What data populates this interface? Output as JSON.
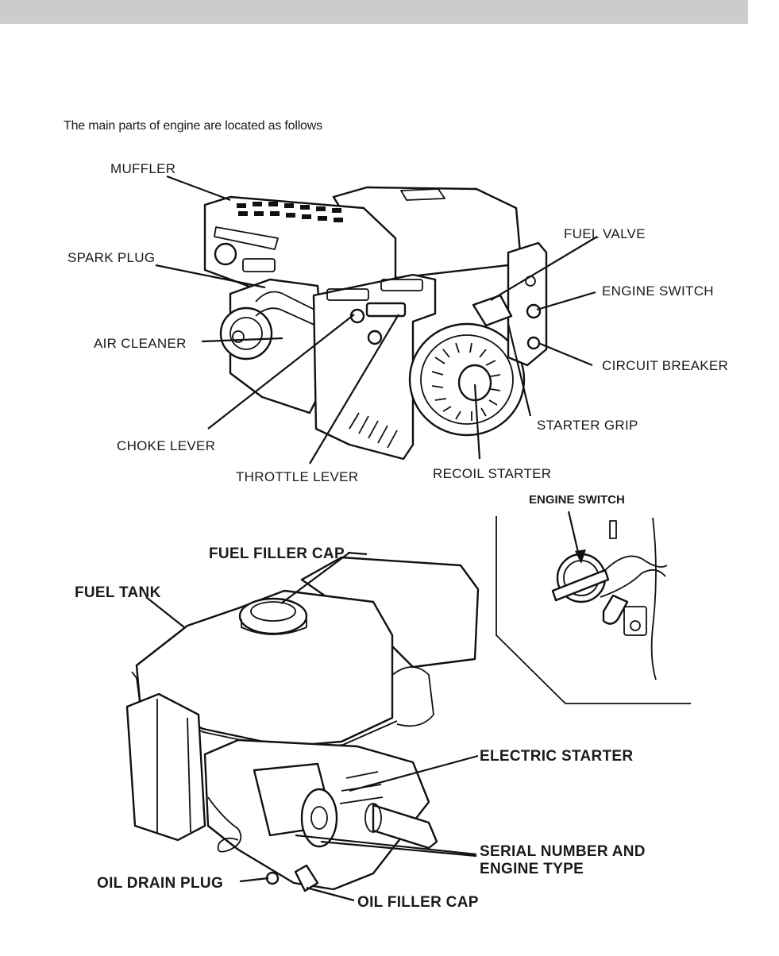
{
  "intro": "The main parts of engine are located as follows",
  "labels": {
    "muffler": "MUFFLER",
    "spark_plug": "SPARK PLUG",
    "air_cleaner": "AIR CLEANER",
    "choke_lever": "CHOKE LEVER",
    "throttle_lever": "THROTTLE LEVER",
    "recoil_starter": "RECOIL STARTER",
    "starter_grip": "STARTER GRIP",
    "fuel_valve": "FUEL VALVE",
    "engine_switch": "ENGINE SWITCH",
    "circuit_breaker": "CIRCUIT BREAKER",
    "inset_engine_switch": "ENGINE SWITCH",
    "fuel_filler_cap": "FUEL FILLER CAP",
    "fuel_tank": "FUEL TANK",
    "electric_starter": "ELECTRIC STARTER",
    "serial_number_line1": "SERIAL NUMBER AND",
    "serial_number_line2": "ENGINE TYPE",
    "oil_drain_plug": "OIL DRAIN PLUG",
    "oil_filler_cap": "OIL FILLER CAP"
  }
}
